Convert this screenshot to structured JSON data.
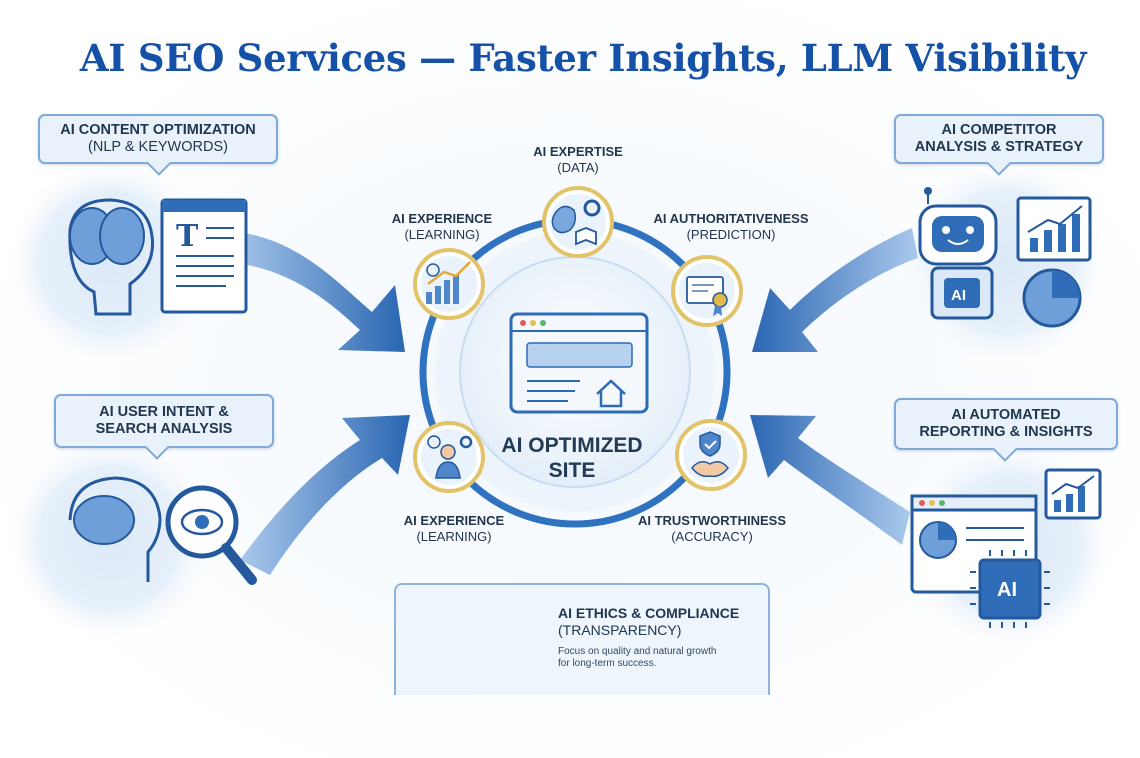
{
  "title": "AI SEO Services — Faster Insights, LLM Visibility",
  "callouts": {
    "content": {
      "line1": "AI CONTENT OPTIMIZATION",
      "line2": "(NLP & KEYWORDS)"
    },
    "competitor": {
      "line1": "AI COMPETITOR",
      "line2": "ANALYSIS & STRATEGY"
    },
    "intent": {
      "line1": "AI USER INTENT &",
      "line2": "SEARCH ANALYSIS"
    },
    "reporting": {
      "line1": "AI AUTOMATED",
      "line2": "REPORTING & INSIGHTS"
    }
  },
  "ring_labels": {
    "expertise": {
      "line1": "AI EXPERTISE",
      "line2": "(DATA)"
    },
    "experience_top": {
      "line1": "AI EXPERIENCE",
      "line2": "(LEARNING)"
    },
    "authoritativeness": {
      "line1": "AI AUTHORITATIVENESS",
      "line2": "(PREDICTION)"
    },
    "experience_bottom": {
      "line1": "AI EXPERIENCE",
      "line2": "(LEARNING)"
    },
    "trustworthiness": {
      "line1": "AI TRUSTWORTHINESS",
      "line2": "(ACCURACY)"
    }
  },
  "center": {
    "line1": "AI OPTIMIZED",
    "line2": "SITE"
  },
  "ethics": {
    "line1": "AI ETHICS & COMPLIANCE",
    "line2": "(TRANSPARENCY)",
    "sub1": "Focus on quality and natural growth",
    "sub2": "for long-term success."
  },
  "icon_text": {
    "doc_letter": "T",
    "robot_badge": "AI",
    "chip_badge": "AI",
    "email_symbol": "@"
  },
  "colors": {
    "title": "#1651a8",
    "arrow": "#2f6db8",
    "ring": "#2f72c0",
    "gold": "#e2c36a",
    "callout_bg": "#e9f2fb",
    "callout_border": "#7fa9d6"
  }
}
